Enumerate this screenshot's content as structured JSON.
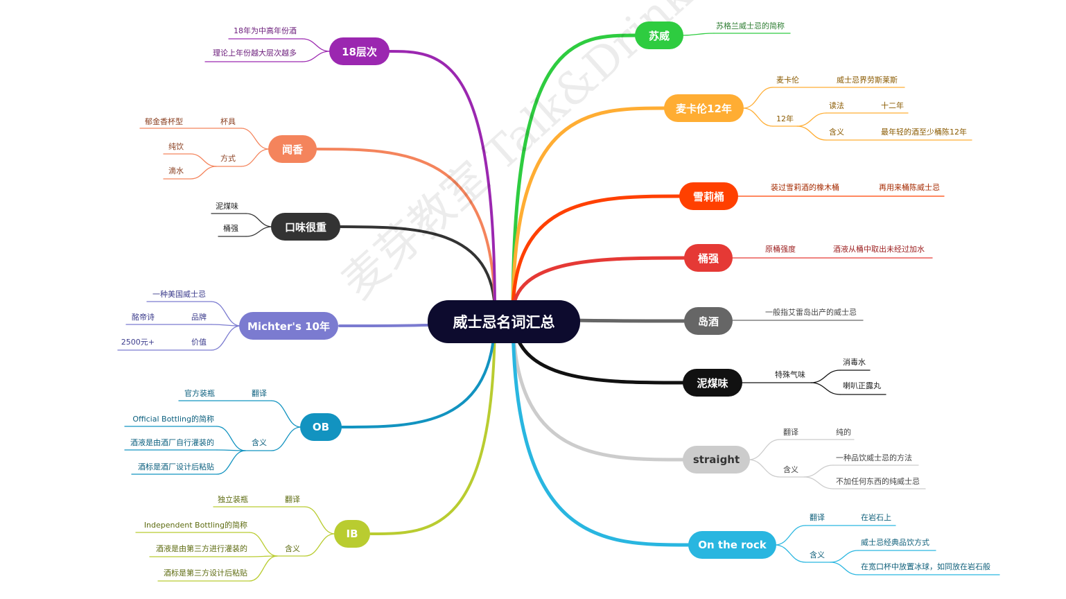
{
  "center": {
    "label": "威士忌名词汇总",
    "color": "#0d0b2e"
  },
  "watermark": "麦芽教室 Talk&Drink",
  "branches": {
    "suwei": {
      "label": "苏威",
      "color": "#2ecc40",
      "items": {
        "a": "苏格兰威士忌的简称"
      }
    },
    "macallan": {
      "label": "麦卡伦12年",
      "color": "#ffad33",
      "items": {
        "brand": "麦卡伦",
        "brand_desc": "威士忌界劳斯莱斯",
        "year": "12年",
        "read": "读法",
        "read_val": "十二年",
        "mean": "含义",
        "mean_val": "最年轻的酒至少桶陈12年"
      }
    },
    "sherry": {
      "label": "雪莉桶",
      "color": "#ff4000",
      "items": {
        "a": "装过雪莉酒的橡木桶",
        "b": "再用来桶陈威士忌"
      }
    },
    "cask": {
      "label": "桶强",
      "color": "#e53935",
      "items": {
        "a": "原桶强度",
        "b": "酒液从桶中取出未经过加水"
      }
    },
    "island": {
      "label": "岛酒",
      "color": "#666666",
      "items": {
        "a": "一般指艾雷岛出产的威士忌"
      }
    },
    "peat": {
      "label": "泥煤味",
      "color": "#111111",
      "items": {
        "a": "特殊气味",
        "b": "消毒水",
        "c": "喇叭正露丸"
      }
    },
    "straight": {
      "label": "straight",
      "color": "#cccccc",
      "text_color": "#333333",
      "items": {
        "trans": "翻译",
        "trans_val": "纯的",
        "mean": "含义",
        "mean_a": "一种品饮威士忌的方法",
        "mean_b": "不加任何东西的纯威士忌"
      }
    },
    "rock": {
      "label": "On the rock",
      "color": "#29b6e0",
      "items": {
        "trans": "翻译",
        "trans_val": "在岩石上",
        "mean": "含义",
        "mean_a": "威士忌经典品饮方式",
        "mean_b": "在宽口杯中放置冰球，如同放在岩石般"
      }
    },
    "ib": {
      "label": "IB",
      "color": "#b9cc30",
      "items": {
        "trans": "翻译",
        "trans_val": "独立装瓶",
        "mean": "含义",
        "mean_a": "Independent Bottling的简称",
        "mean_b": "酒液是由第三方进行灌装的",
        "mean_c": "酒标是第三方设计后粘贴"
      }
    },
    "ob": {
      "label": "OB",
      "color": "#1293c0",
      "items": {
        "trans": "翻译",
        "trans_val": "官方装瓶",
        "mean": "含义",
        "mean_a": "Official Bottling的简称",
        "mean_b": "酒液是由酒厂自行灌装的",
        "mean_c": "酒标是酒厂设计后粘贴"
      }
    },
    "michters": {
      "label": "Michter's 10年",
      "color": "#7b7bd0",
      "items": {
        "a": "一种美国威士忌",
        "brand": "品牌",
        "brand_val": "酩帝诗",
        "price": "价值",
        "price_val": "2500元+"
      }
    },
    "heavy": {
      "label": "口味很重",
      "color": "#333333",
      "items": {
        "a": "泥煤味",
        "b": "桶强"
      }
    },
    "smell": {
      "label": "闻香",
      "color": "#f4845c",
      "items": {
        "cup": "杯具",
        "cup_val": "郁金香杯型",
        "way": "方式",
        "way_a": "纯饮",
        "way_b": "滴水"
      }
    },
    "age": {
      "label": "18层次",
      "color": "#9b27b0",
      "items": {
        "a": "18年为中高年份酒",
        "b": "理论上年份越大层次越多"
      }
    }
  }
}
